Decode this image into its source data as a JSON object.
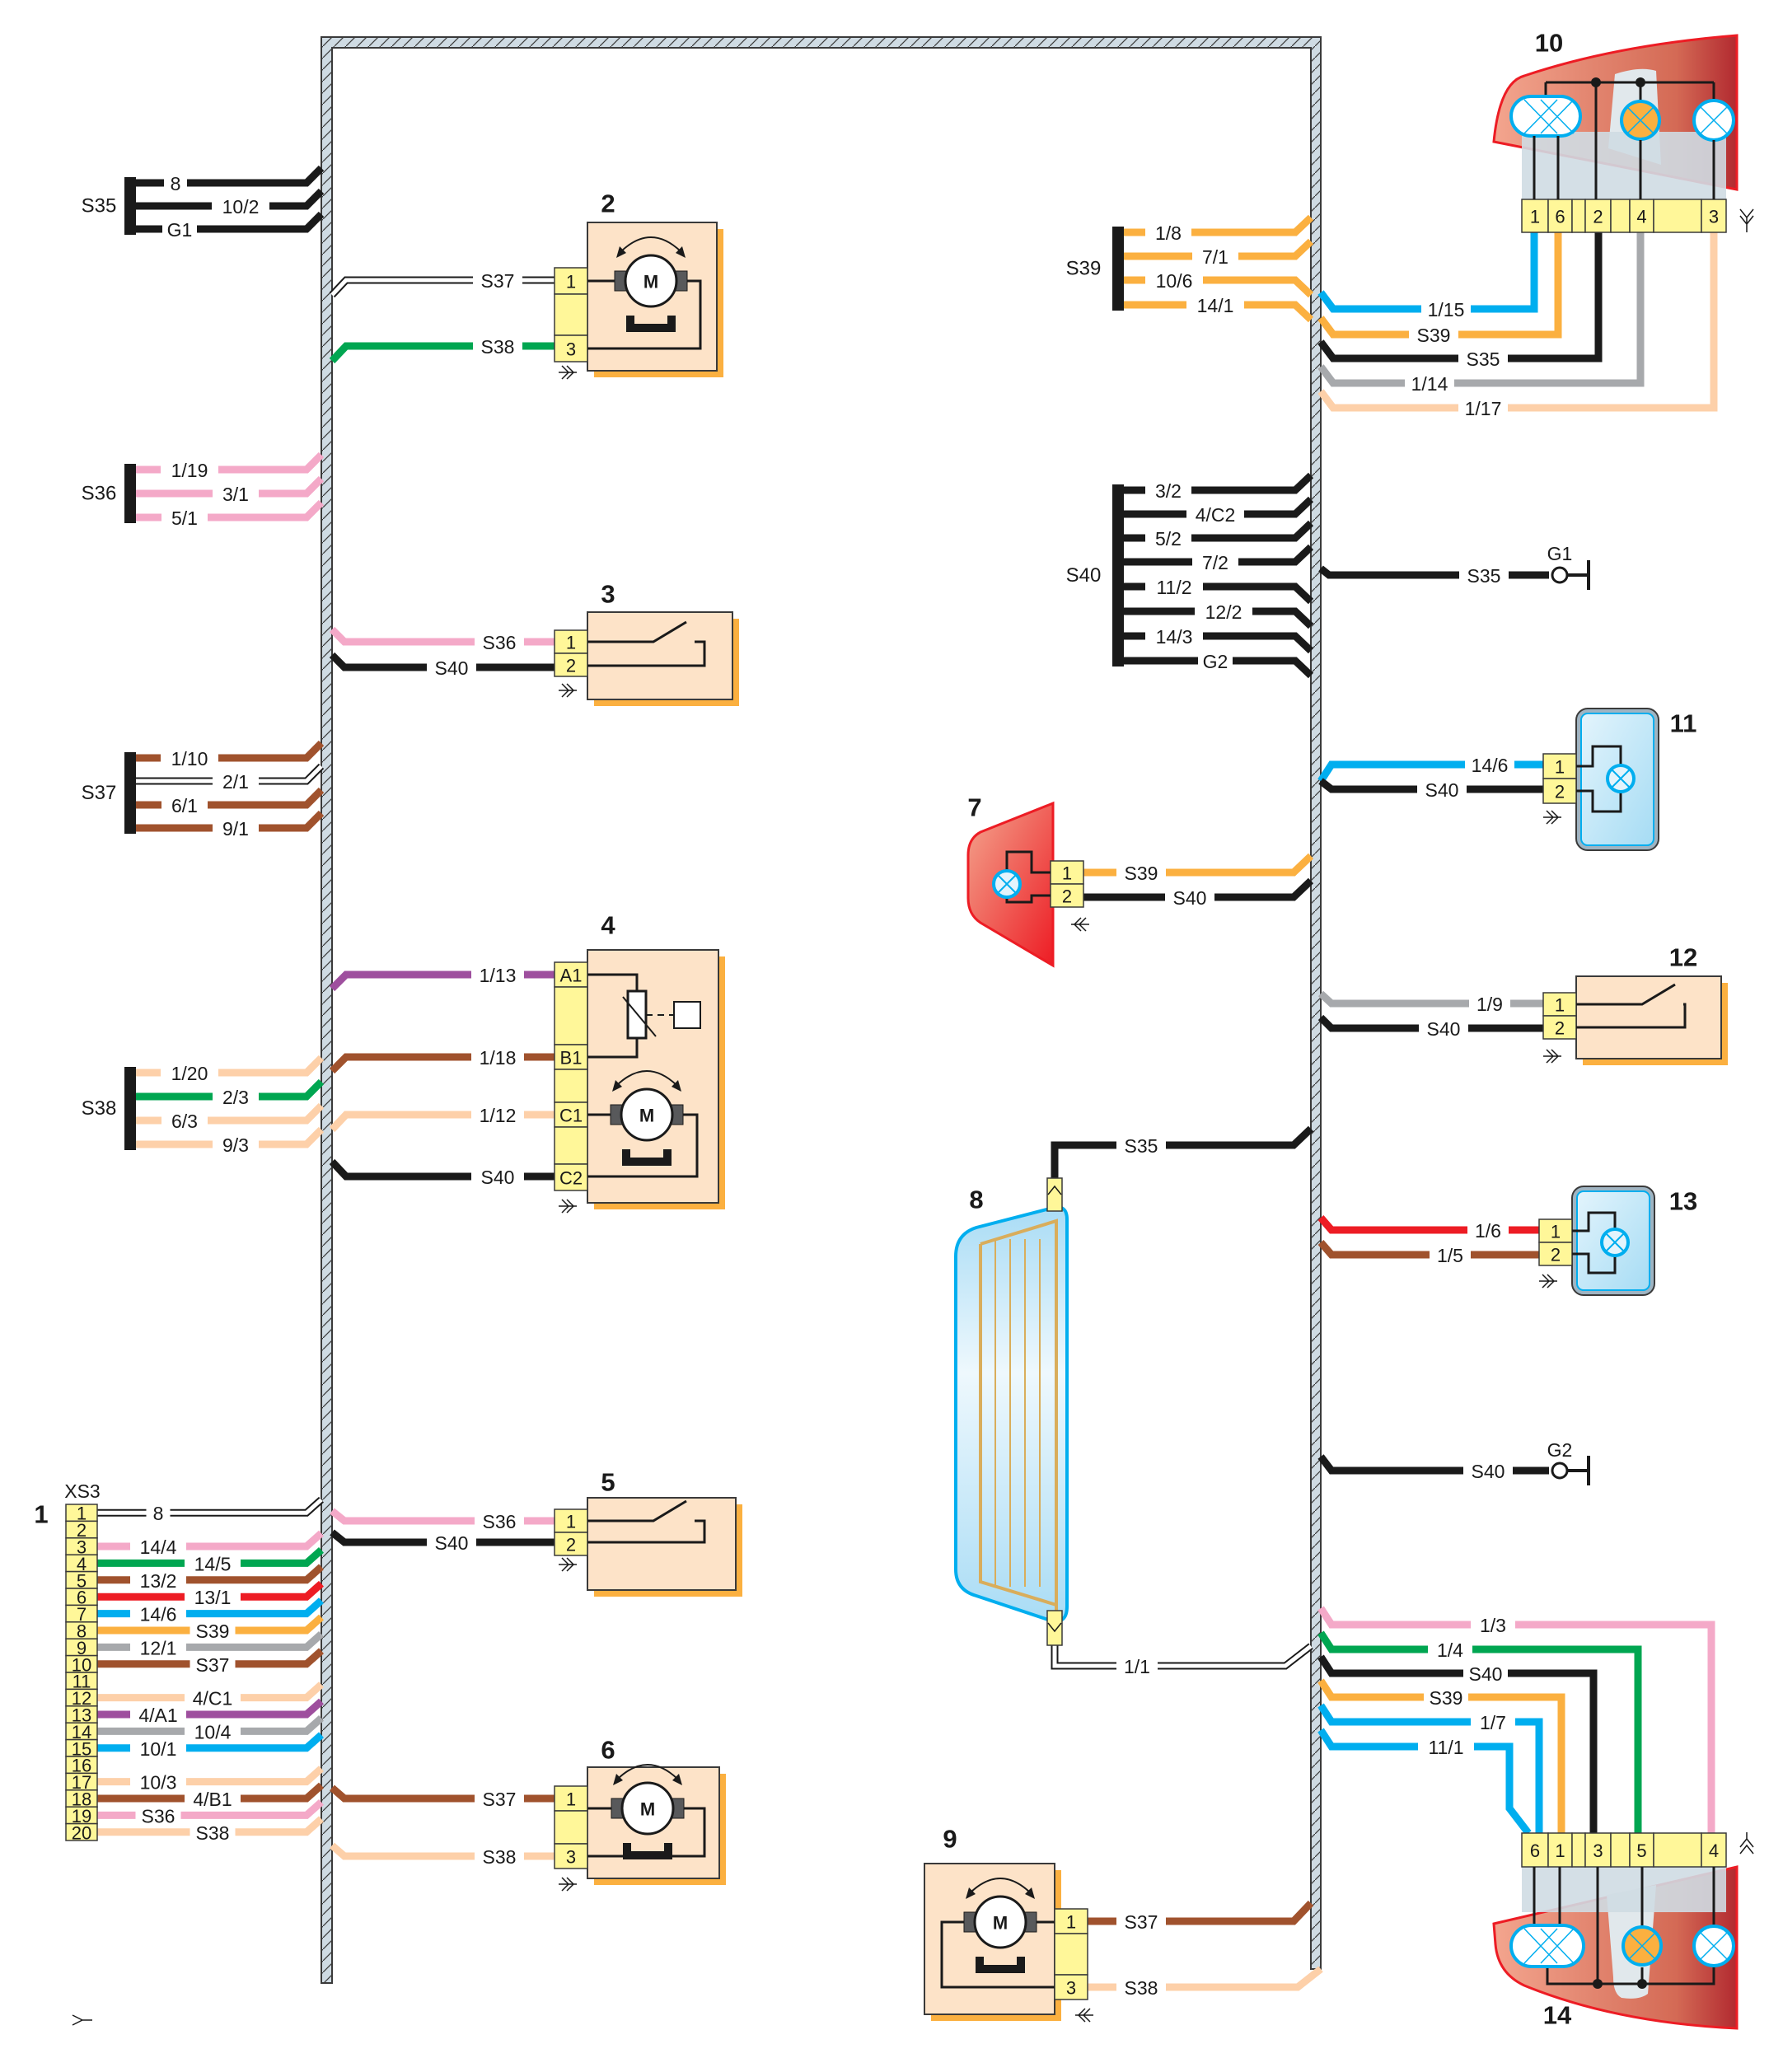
{
  "colors": {
    "black": "#1a1a1a",
    "pink": "#f4a9c8",
    "green": "#00a651",
    "brown": "#a0522d",
    "red": "#ed1c24",
    "blue": "#00aeef",
    "orange": "#fbb040",
    "gray": "#a7a9ac",
    "violet": "#9e4f9e",
    "peach": "#fdd0a9",
    "white": "#ffffff",
    "connector_fill": "#fff799",
    "component_fill": "#fde3c8",
    "component_shadow": "#fbb040",
    "harness_fill": "#cfdbe3",
    "lamp_housing": "#e8705a",
    "lamp_blue_fill": "#b3e0f5"
  },
  "harness": {
    "name": "wiring-harness-trunk"
  },
  "buses": [
    {
      "id": "S35",
      "label": "S35",
      "wires": [
        {
          "label": "8",
          "color": "black"
        },
        {
          "label": "10/2",
          "color": "black"
        },
        {
          "label": "G1",
          "color": "black"
        }
      ]
    },
    {
      "id": "S36",
      "label": "S36",
      "wires": [
        {
          "label": "1/19",
          "color": "pink"
        },
        {
          "label": "3/1",
          "color": "pink"
        },
        {
          "label": "5/1",
          "color": "pink"
        }
      ]
    },
    {
      "id": "S37",
      "label": "S37",
      "wires": [
        {
          "label": "1/10",
          "color": "brown"
        },
        {
          "label": "2/1",
          "color": "white"
        },
        {
          "label": "6/1",
          "color": "brown"
        },
        {
          "label": "9/1",
          "color": "brown"
        }
      ]
    },
    {
      "id": "S38",
      "label": "S38",
      "wires": [
        {
          "label": "1/20",
          "color": "peach"
        },
        {
          "label": "2/3",
          "color": "green"
        },
        {
          "label": "6/3",
          "color": "peach"
        },
        {
          "label": "9/3",
          "color": "peach"
        }
      ]
    },
    {
      "id": "S39",
      "label": "S39",
      "wires": [
        {
          "label": "1/8",
          "color": "orange"
        },
        {
          "label": "7/1",
          "color": "orange"
        },
        {
          "label": "10/6",
          "color": "orange"
        },
        {
          "label": "14/1",
          "color": "orange"
        }
      ]
    },
    {
      "id": "S40",
      "label": "S40",
      "wires": [
        {
          "label": "3/2",
          "color": "black"
        },
        {
          "label": "4/C2",
          "color": "black"
        },
        {
          "label": "5/2",
          "color": "black"
        },
        {
          "label": "7/2",
          "color": "black"
        },
        {
          "label": "11/2",
          "color": "black"
        },
        {
          "label": "12/2",
          "color": "black"
        },
        {
          "label": "14/3",
          "color": "black"
        },
        {
          "label": "G2",
          "color": "black"
        }
      ]
    }
  ],
  "connector_xs3": {
    "number": "1",
    "title": "XS3",
    "pins": [
      {
        "pin": "1",
        "label": "8",
        "color": "white"
      },
      {
        "pin": "2",
        "label": "",
        "color": ""
      },
      {
        "pin": "3",
        "label": "14/4",
        "color": "pink"
      },
      {
        "pin": "4",
        "label": "14/5",
        "color": "green"
      },
      {
        "pin": "5",
        "label": "13/2",
        "color": "brown"
      },
      {
        "pin": "6",
        "label": "13/1",
        "color": "red"
      },
      {
        "pin": "7",
        "label": "14/6",
        "color": "blue"
      },
      {
        "pin": "8",
        "label": "S39",
        "color": "orange"
      },
      {
        "pin": "9",
        "label": "12/1",
        "color": "gray"
      },
      {
        "pin": "10",
        "label": "S37",
        "color": "brown"
      },
      {
        "pin": "11",
        "label": "",
        "color": ""
      },
      {
        "pin": "12",
        "label": "4/C1",
        "color": "peach"
      },
      {
        "pin": "13",
        "label": "4/A1",
        "color": "violet"
      },
      {
        "pin": "14",
        "label": "10/4",
        "color": "gray"
      },
      {
        "pin": "15",
        "label": "10/1",
        "color": "blue"
      },
      {
        "pin": "16",
        "label": "",
        "color": ""
      },
      {
        "pin": "17",
        "label": "10/3",
        "color": "peach"
      },
      {
        "pin": "18",
        "label": "4/B1",
        "color": "brown"
      },
      {
        "pin": "19",
        "label": "S36",
        "color": "pink"
      },
      {
        "pin": "20",
        "label": "S38",
        "color": "peach"
      }
    ]
  },
  "components": {
    "c2": {
      "number": "2",
      "type": "motor",
      "pins": [
        {
          "pin": "1",
          "label": "S37",
          "color": "white"
        },
        {
          "pin": "3",
          "label": "S38",
          "color": "green"
        }
      ]
    },
    "c3": {
      "number": "3",
      "type": "switch",
      "pins": [
        {
          "pin": "1",
          "label": "S36",
          "color": "pink"
        },
        {
          "pin": "2",
          "label": "S40",
          "color": "black"
        }
      ]
    },
    "c4": {
      "number": "4",
      "type": "motor-with-potentiometer",
      "pins": [
        {
          "pin": "A1",
          "label": "1/13",
          "color": "violet"
        },
        {
          "pin": "B1",
          "label": "1/18",
          "color": "brown"
        },
        {
          "pin": "C1",
          "label": "1/12",
          "color": "peach"
        },
        {
          "pin": "C2",
          "label": "S40",
          "color": "black"
        }
      ]
    },
    "c5": {
      "number": "5",
      "type": "switch",
      "pins": [
        {
          "pin": "1",
          "label": "S36",
          "color": "pink"
        },
        {
          "pin": "2",
          "label": "S40",
          "color": "black"
        }
      ]
    },
    "c6": {
      "number": "6",
      "type": "motor",
      "pins": [
        {
          "pin": "1",
          "label": "S37",
          "color": "brown"
        },
        {
          "pin": "3",
          "label": "S38",
          "color": "peach"
        }
      ]
    },
    "c7": {
      "number": "7",
      "type": "side-lamp",
      "pins": [
        {
          "pin": "1",
          "label": "S39",
          "color": "orange"
        },
        {
          "pin": "2",
          "label": "S40",
          "color": "black"
        }
      ]
    },
    "c8": {
      "number": "8",
      "type": "rear-window-heater",
      "pins": [
        {
          "pin": "",
          "label": "S35",
          "color": "black"
        },
        {
          "pin": "",
          "label": "1/1",
          "color": "white"
        }
      ]
    },
    "c9": {
      "number": "9",
      "type": "motor",
      "pins": [
        {
          "pin": "1",
          "label": "S37",
          "color": "brown"
        },
        {
          "pin": "3",
          "label": "S38",
          "color": "peach"
        }
      ]
    },
    "c10": {
      "number": "10",
      "type": "tail-lamp",
      "pin_cells": [
        "1",
        "6",
        "",
        "2",
        "",
        "4",
        "",
        "3"
      ],
      "wires": [
        {
          "pin": "1",
          "label": "1/15",
          "color": "blue"
        },
        {
          "pin": "6",
          "label": "S39",
          "color": "orange"
        },
        {
          "pin": "2",
          "label": "S35",
          "color": "black"
        },
        {
          "pin": "4",
          "label": "1/14",
          "color": "gray"
        },
        {
          "pin": "3",
          "label": "1/17",
          "color": "peach"
        }
      ]
    },
    "c11": {
      "number": "11",
      "type": "lamp",
      "pins": [
        {
          "pin": "1",
          "label": "14/6",
          "color": "blue"
        },
        {
          "pin": "2",
          "label": "S40",
          "color": "black"
        }
      ]
    },
    "c12": {
      "number": "12",
      "type": "switch",
      "pins": [
        {
          "pin": "1",
          "label": "1/9",
          "color": "gray"
        },
        {
          "pin": "2",
          "label": "S40",
          "color": "black"
        }
      ]
    },
    "c13": {
      "number": "13",
      "type": "lamp",
      "pins": [
        {
          "pin": "1",
          "label": "1/6",
          "color": "red"
        },
        {
          "pin": "2",
          "label": "1/5",
          "color": "brown"
        }
      ]
    },
    "c14": {
      "number": "14",
      "type": "tail-lamp",
      "pin_cells": [
        "6",
        "1",
        "",
        "3",
        "",
        "5",
        "",
        "4"
      ],
      "wires": [
        {
          "pin": "4",
          "label": "1/3",
          "color": "pink"
        },
        {
          "pin": "5",
          "label": "1/4",
          "color": "green"
        },
        {
          "pin": "3",
          "label": "S40",
          "color": "black"
        },
        {
          "pin": "1",
          "label": "S39",
          "color": "orange"
        },
        {
          "pin": "6a",
          "label": "1/7",
          "color": "blue"
        },
        {
          "pin": "6b",
          "label": "11/1",
          "color": "blue"
        }
      ]
    }
  },
  "grounds": [
    {
      "label": "G1",
      "wire_label": "S35"
    },
    {
      "label": "G2",
      "wire_label": "S40"
    }
  ],
  "motor_label": "M"
}
